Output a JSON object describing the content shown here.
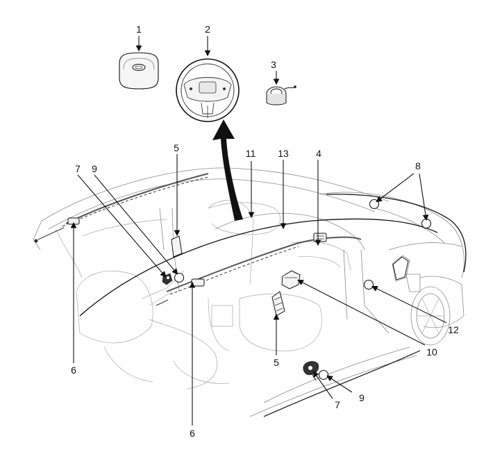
{
  "callouts": {
    "c1": "1",
    "c2": "2",
    "c3": "3",
    "c4": "4",
    "c5_top": "5",
    "c5_bottom": "5",
    "c6_left": "6",
    "c6_bottom": "6",
    "c7_top": "7",
    "c7_bottom": "7",
    "c8": "8",
    "c9_top": "9",
    "c9_bottom": "9",
    "c10": "10",
    "c11": "11",
    "c12": "12",
    "c13": "13"
  },
  "colors": {
    "line": "#111111",
    "faint": "#8a8a8a",
    "background": "#ffffff"
  }
}
